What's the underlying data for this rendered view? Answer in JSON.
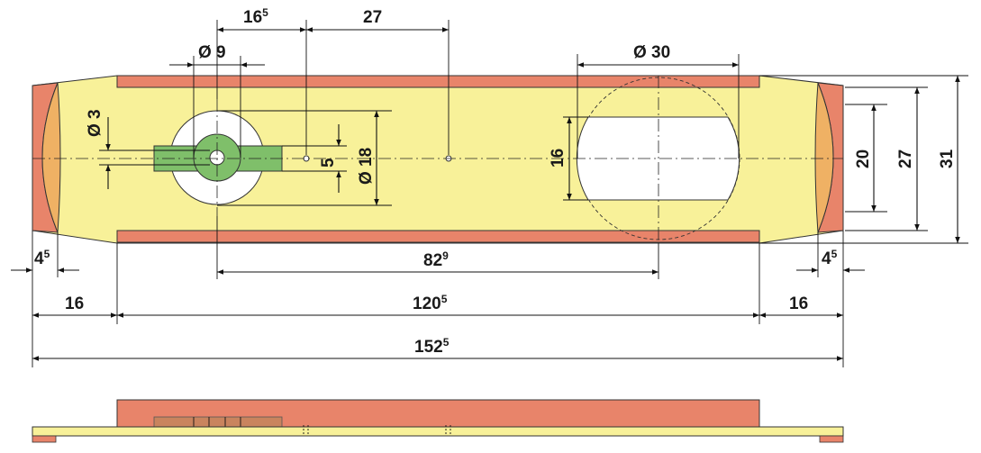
{
  "dimensions": {
    "top_left_base": "16",
    "top_left_exp": "5",
    "top_right": "27",
    "hole_small": "Ø 9",
    "hole_large": "Ø 30",
    "pin_dia": "Ø 3",
    "boss_dia": "Ø 18",
    "tab_height": "5",
    "slot_height": "16",
    "inner_height": "20",
    "mid_height": "27",
    "total_height": "31",
    "left_margin_base": "4",
    "left_margin_exp": "5",
    "right_margin_base": "4",
    "right_margin_exp": "5",
    "center_distance_base": "82",
    "center_distance_exp": "9",
    "end_left": "16",
    "end_right": "16",
    "middle_length_base": "120",
    "middle_length_exp": "5",
    "total_length_base": "152",
    "total_length_exp": "5"
  },
  "colors": {
    "plate": "#f8f199",
    "strip": "#e8846a",
    "end_cap": "#e8846a",
    "end_inner": "#efb164",
    "tab": "#7fbf6a",
    "boss": "#ffffff",
    "line": "#111111"
  }
}
